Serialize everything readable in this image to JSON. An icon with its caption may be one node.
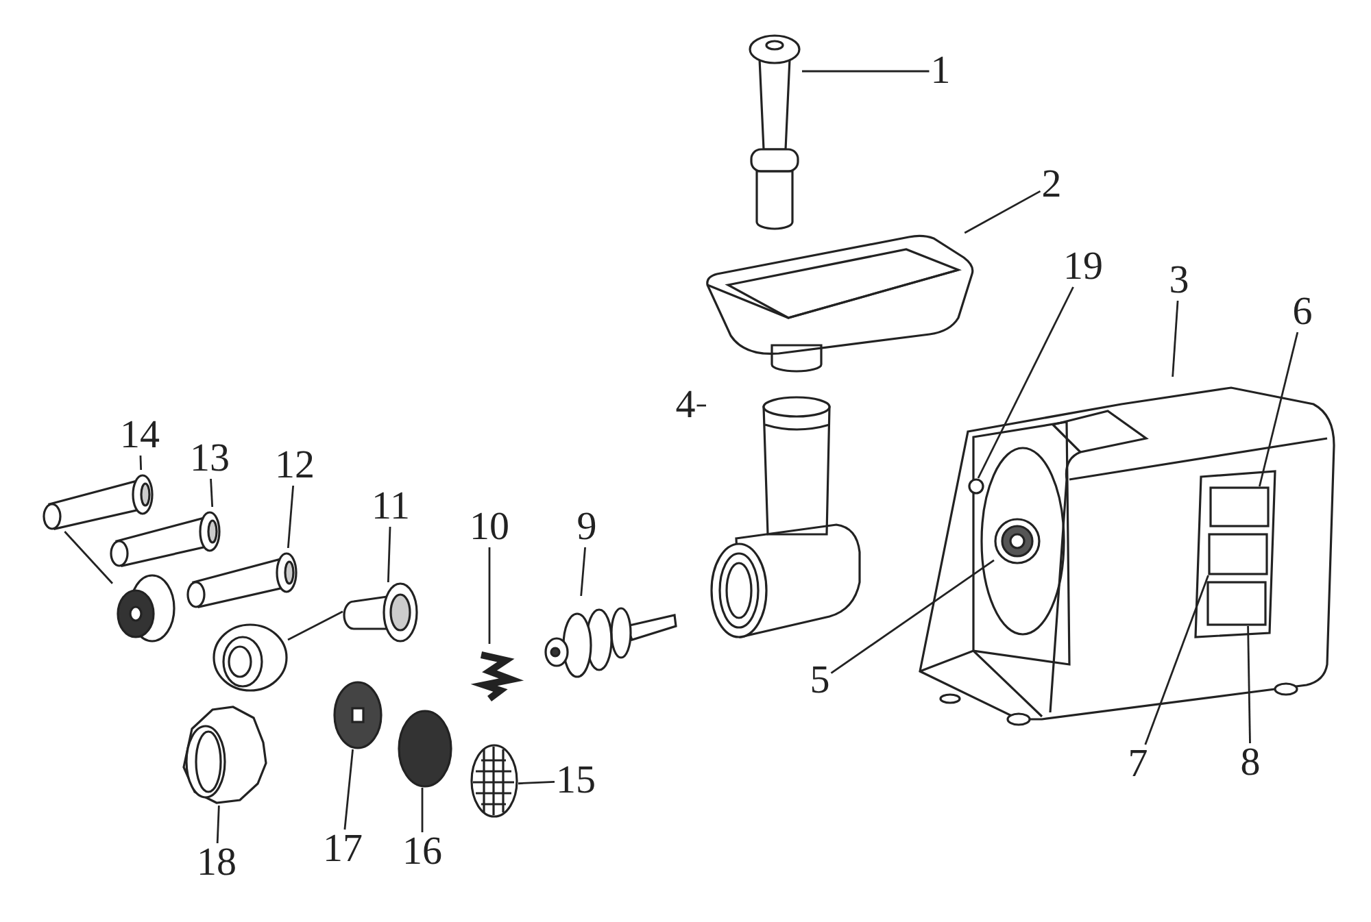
{
  "diagram": {
    "nodes": [
      {
        "text": [
          "1"
        ]
      },
      {
        "text": [
          "2"
        ]
      },
      {
        "text": [
          "3"
        ]
      },
      {
        "text": [
          "4"
        ]
      },
      {
        "text": [
          "5"
        ]
      },
      {
        "text": [
          "6"
        ]
      },
      {
        "text": [
          "7"
        ]
      },
      {
        "text": [
          "8"
        ]
      },
      {
        "text": [
          "9"
        ]
      },
      {
        "text": [
          "10"
        ]
      },
      {
        "text": [
          "11"
        ]
      },
      {
        "text": [
          "12"
        ]
      },
      {
        "text": [
          "13"
        ]
      },
      {
        "text": [
          "14"
        ]
      },
      {
        "text": [
          "15"
        ]
      },
      {
        "text": [
          "16"
        ]
      },
      {
        "text": [
          "17"
        ]
      },
      {
        "text": [
          "18"
        ]
      },
      {
        "text": [
          "19"
        ]
      },
      {
        "text": [],
        "shape": "picture"
      },
      {
        "text": [],
        "shape": "picture"
      },
      {
        "text": [],
        "shape": "picture"
      },
      {
        "text": [],
        "shape": "picture"
      },
      {
        "text": [],
        "shape": "picture",
        "in": 21
      },
      {
        "text": [],
        "shape": "box",
        "in": 21
      },
      {
        "text": [],
        "shape": "box",
        "in": 21
      },
      {
        "text": [],
        "shape": "box",
        "in": 21
      },
      {
        "text": [],
        "shape": "picture"
      },
      {
        "text": [],
        "shape": "picture"
      },
      {
        "text": [],
        "shape": "picture"
      },
      {
        "text": [],
        "shape": "circle"
      },
      {
        "text": [],
        "shape": "picture"
      },
      {
        "text": [],
        "shape": "picture"
      },
      {
        "text": [],
        "shape": "picture"
      },
      {
        "text": [],
        "shape": "picture"
      },
      {
        "text": [],
        "shape": "circle"
      },
      {
        "text": [],
        "shape": "circle"
      },
      {
        "text": [],
        "shape": "picture"
      },
      {
        "text": [],
        "shape": "picture"
      },
      {
        "text": [],
        "shape": "circle",
        "in": 21
      }
    ],
    "edges": [
      {
        "from": 0,
        "to": 19,
        "arrow": "none"
      },
      {
        "from": 1,
        "to": 20,
        "arrow": "none"
      },
      {
        "from": 2,
        "to": 21,
        "arrow": "none"
      },
      {
        "from": 3,
        "to": 22,
        "arrow": "none"
      },
      {
        "from": 4,
        "to": 23,
        "arrow": "none"
      },
      {
        "from": 5,
        "to": 24,
        "arrow": "none"
      },
      {
        "from": 6,
        "to": 25,
        "arrow": "none"
      },
      {
        "from": 7,
        "to": 26,
        "arrow": "none"
      },
      {
        "from": 8,
        "to": 27,
        "arrow": "none"
      },
      {
        "from": 9,
        "to": 28,
        "arrow": "none"
      },
      {
        "from": 10,
        "to": 29,
        "arrow": "none"
      },
      {
        "from": 11,
        "to": 31,
        "arrow": "none"
      },
      {
        "from": 12,
        "to": 32,
        "arrow": "none"
      },
      {
        "from": 13,
        "to": 33,
        "arrow": "none"
      },
      {
        "from": 14,
        "to": 35,
        "arrow": "none"
      },
      {
        "from": 15,
        "to": 36,
        "arrow": "none"
      },
      {
        "from": 16,
        "to": 37,
        "arrow": "none"
      },
      {
        "from": 17,
        "to": 38,
        "arrow": "none"
      },
      {
        "from": 18,
        "to": 39,
        "arrow": "none"
      },
      {
        "from": 33,
        "to": 34,
        "arrow": "none"
      },
      {
        "from": 29,
        "to": 30,
        "arrow": "none"
      }
    ]
  }
}
